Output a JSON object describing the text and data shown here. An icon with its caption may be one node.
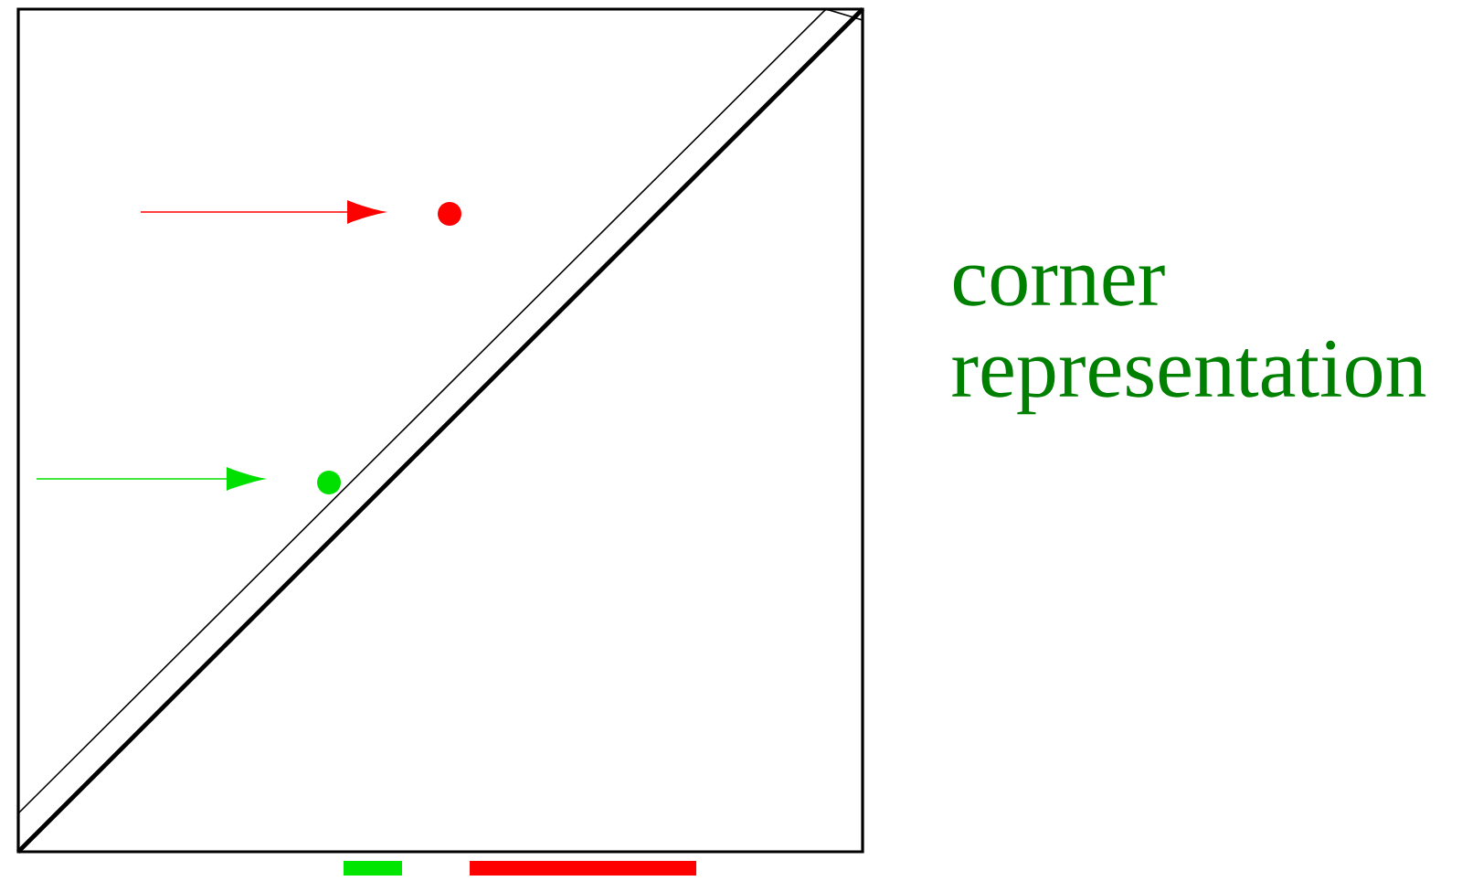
{
  "diagram": {
    "nodes": [
      {
        "text": [],
        "shape": "circle"
      },
      {
        "text": [],
        "shape": "circle"
      }
    ],
    "edges": [
      {
        "from": null,
        "to": 0,
        "arrow": "to",
        "color": "#ff0000"
      },
      {
        "from": null,
        "to": 1,
        "arrow": "to",
        "color": "#00e000"
      }
    ],
    "labels": [
      "corner representation"
    ]
  }
}
